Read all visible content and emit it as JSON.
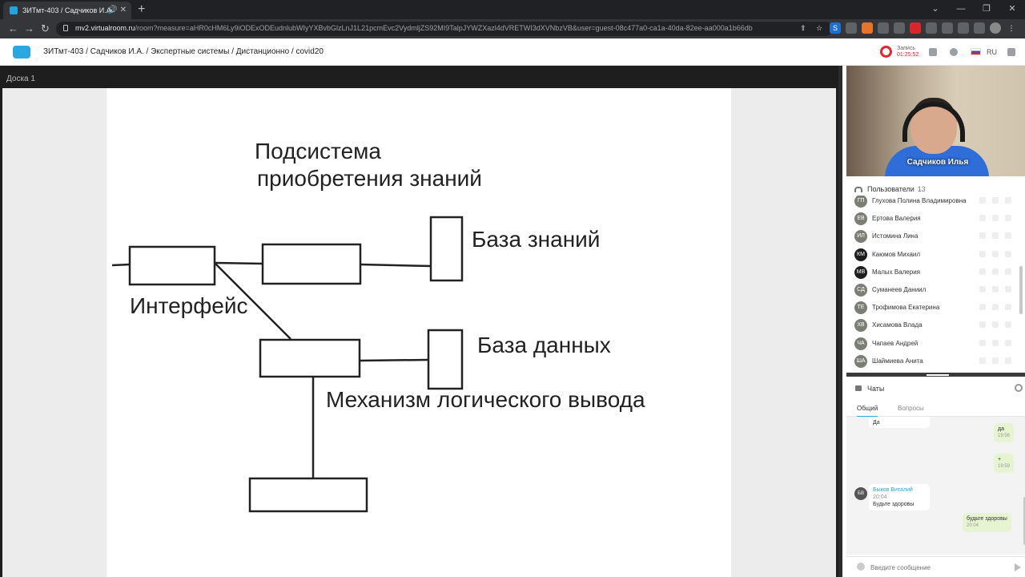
{
  "browser": {
    "tab_title": "ЗИТмт-403 / Садчиков И.А.",
    "url_host": "mv2.virtualroom.ru",
    "url_rest": "/room?measure=aHR0cHM6Ly9iODExODEudnlubWIyYXBvbGlzLnJ1L21pcmEvc2VydmljZS92MI9TalpJYWZXazl4dVRETWI3dXVNbzVB&user=guest-08c477a0-ca1a-40da-82ee-aa000a1b66db"
  },
  "header": {
    "breadcrumb": "ЗИТмт-403 / Садчиков И.А. / Экспертные системы / Дистанционно / covid20",
    "rec_label": "Запись",
    "rec_time": "01:25:52",
    "lang": "RU"
  },
  "board": {
    "label": "Доска 1",
    "labels": {
      "acquisition_1": "Подсистема",
      "acquisition_2": "приобретения знаний",
      "knowledge_base": "База знаний",
      "interface": "Интерфейс",
      "database": "База данных",
      "inference": "Механизм логического вывода"
    }
  },
  "video": {
    "name": "Садчиков Илья"
  },
  "users": {
    "title": "Пользователи",
    "count": "13",
    "items": [
      {
        "initials": "ГП",
        "name": "Глухова Полина Владимировна"
      },
      {
        "initials": "ЕВ",
        "name": "Ертова Валерия"
      },
      {
        "initials": "ИЛ",
        "name": "Истомина Лина"
      },
      {
        "initials": "КМ",
        "name": "Каюмов Михаил",
        "dark": true
      },
      {
        "initials": "МВ",
        "name": "Малых Валерия",
        "dark": true
      },
      {
        "initials": "СД",
        "name": "Суманеев Даниил"
      },
      {
        "initials": "ТЕ",
        "name": "Трофимова Екатерина"
      },
      {
        "initials": "ХВ",
        "name": "Хисамова Влада"
      },
      {
        "initials": "ЧА",
        "name": "Чапаев Андрей"
      },
      {
        "initials": "ША",
        "name": "Шаймиева Анита"
      }
    ]
  },
  "chats": {
    "title": "Чаты",
    "tab_general": "Общий",
    "tab_questions": "Вопросы",
    "messages": {
      "m0_text": "Да",
      "m1_text": "да",
      "m1_time": "19:56",
      "m2_text": "+",
      "m2_time": "19:59",
      "m3_sender": "Быков Виталий",
      "m3_time": "20:04",
      "m3_text": "Будьте здоровы",
      "m3_initials": "БВ",
      "m4_text": "будьте здоровы",
      "m4_time": "20:04"
    },
    "input_placeholder": "Введите сообщение"
  }
}
